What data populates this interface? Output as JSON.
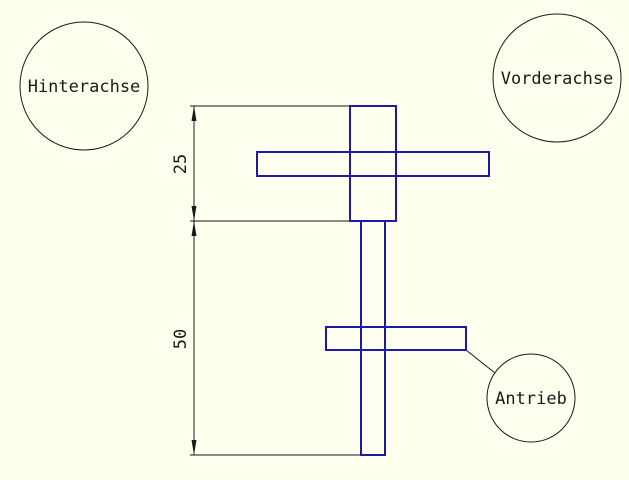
{
  "colors": {
    "background": "#fffff0",
    "part_outline": "#1a1aa6",
    "annotation": "#1a1a1a"
  },
  "labels": {
    "rear_axle": "Hinterachse",
    "front_axle": "Vorderachse",
    "drive": "Antrieb"
  },
  "dimensions": {
    "upper": "25",
    "lower": "50"
  }
}
